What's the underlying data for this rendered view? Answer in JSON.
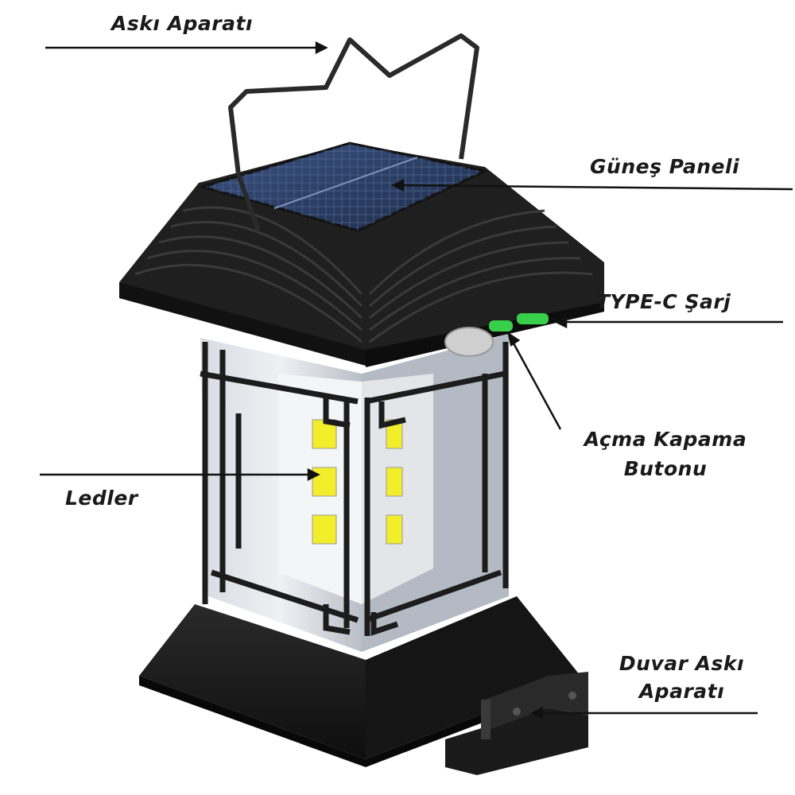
{
  "labels": {
    "hanger": "Askı Aparatı",
    "solar_panel": "Güneş Paneli",
    "type_c": "TYPE-C Şarj",
    "button_line1": "Açma Kapama",
    "button_line2": "Butonu",
    "leds": "Ledler",
    "wall_line1": "Duvar Askı",
    "wall_line2": "Aparatı"
  },
  "colors": {
    "body": "#1c1c1c",
    "roof": "#222222",
    "panel": "#2b3f66",
    "led": "#f2ee2c",
    "glass": "#c9ced6",
    "button": "#38d04a"
  }
}
